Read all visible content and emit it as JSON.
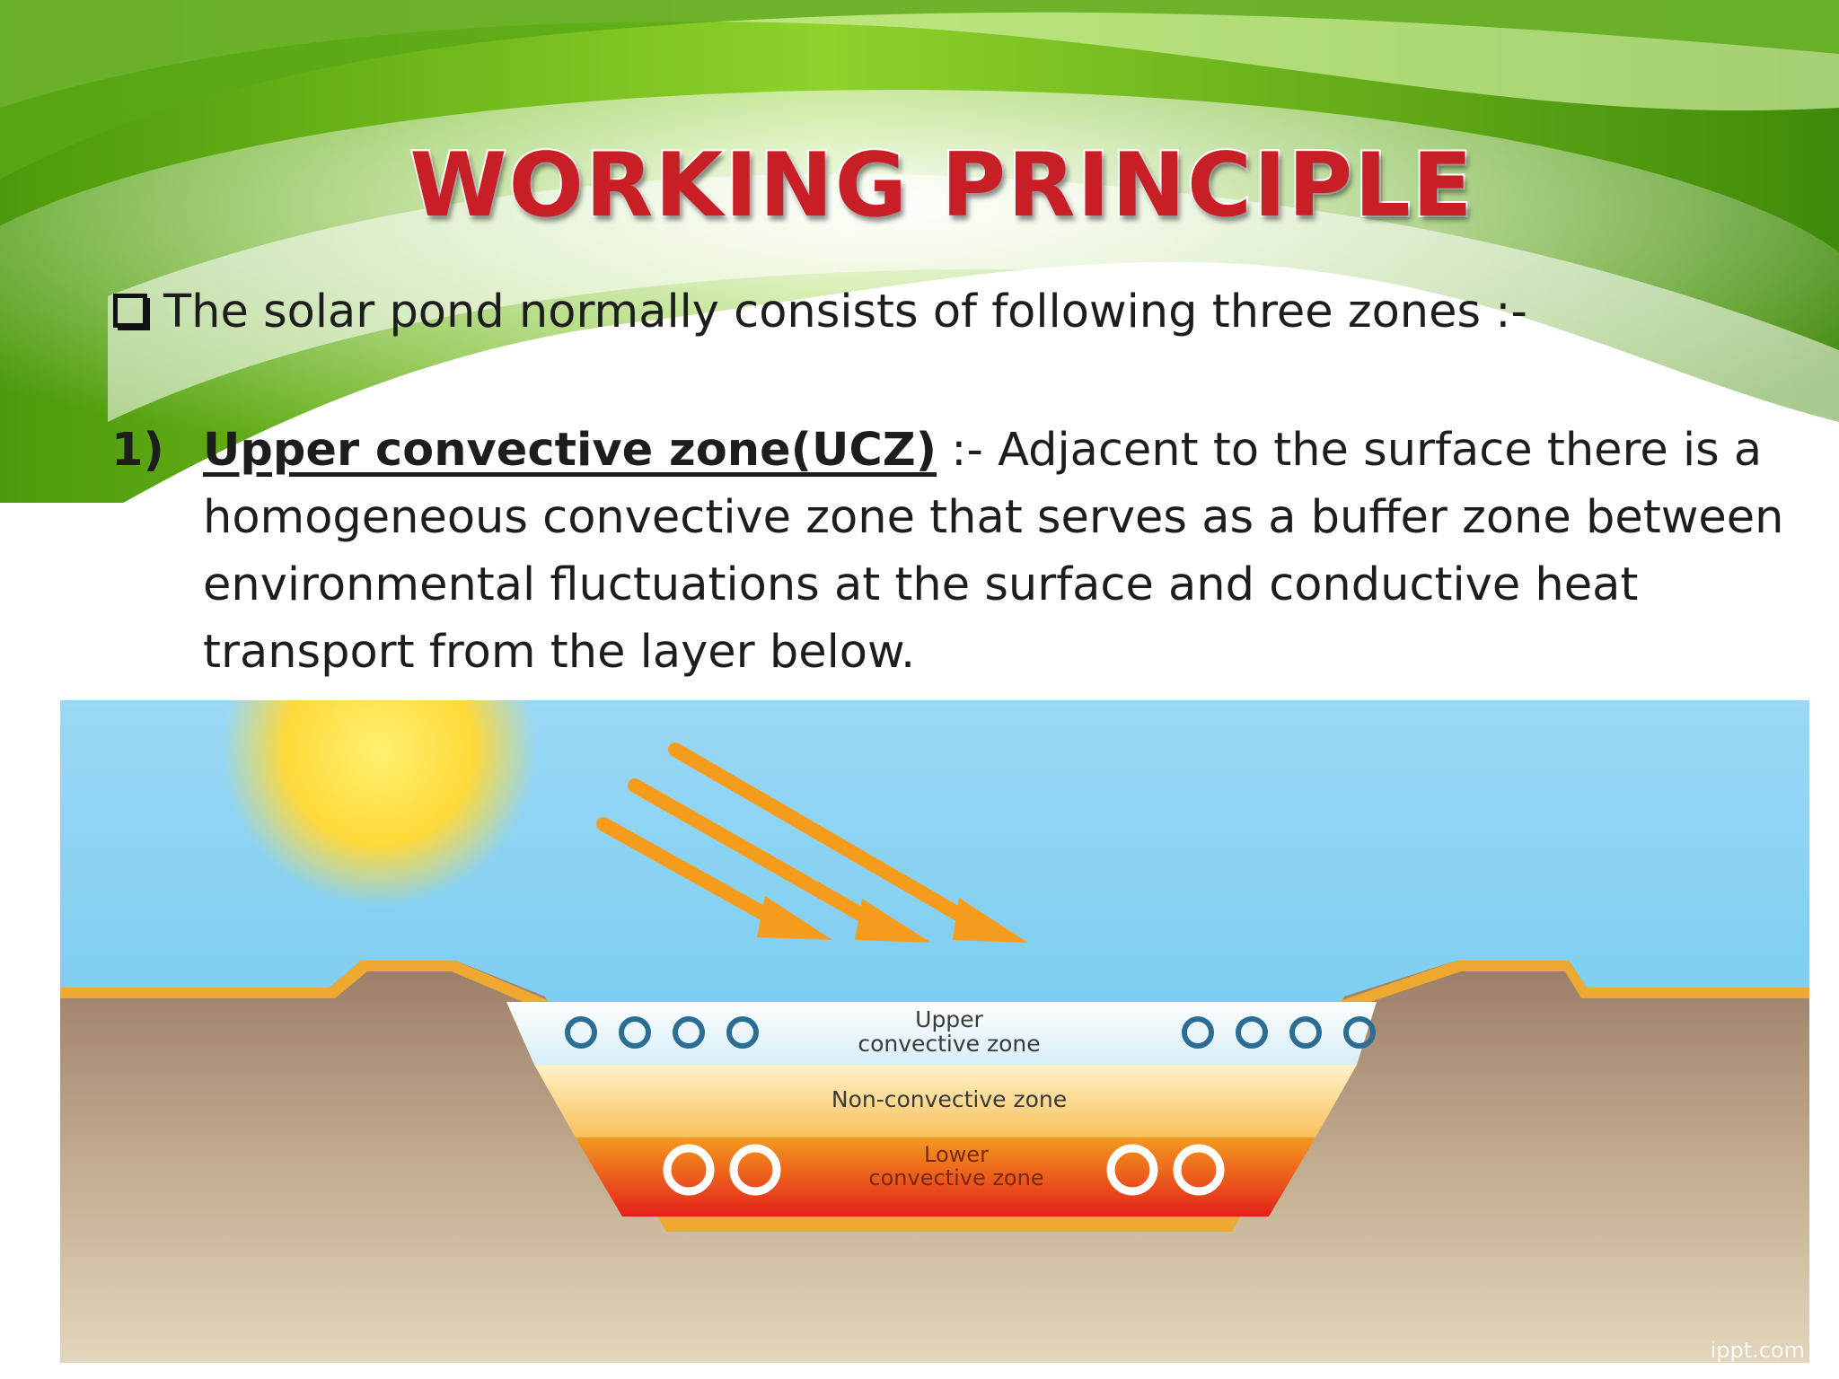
{
  "slide": {
    "title": "WORKING PRINCIPLE",
    "intro": "The solar pond normally consists of following three zones :-",
    "items": [
      {
        "number": "1)",
        "heading": "Upper convective zone(UCZ)",
        "text": " :- Adjacent to the surface there is a homogeneous convective zone that serves as a buffer zone between environmental fluctuations at the surface and conductive heat transport from the layer below."
      }
    ]
  },
  "diagram": {
    "zones": {
      "upper_line1": "Upper",
      "upper_line2": "convective zone",
      "non_convective": "Non-convective zone",
      "lower_line1": "Lower",
      "lower_line2": "convective zone"
    },
    "watermark": "ippt.com",
    "colors": {
      "sky": "#6dc9ef",
      "sun": "#ffdd33",
      "rays": "#f59c1c",
      "ground": "#a68b73",
      "pond_rim": "#efa830",
      "upper_zone": "#e9f6fb",
      "non_convective_zone": "#fbe3a0",
      "lower_zone": "#ea3b1a"
    }
  }
}
